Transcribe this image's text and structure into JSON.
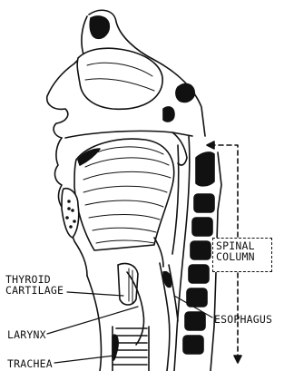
{
  "figure": {
    "labels": {
      "spinal_column_line1": "SPINAL",
      "spinal_column_line2": "COLUMN",
      "thyroid_line1": "THYROID",
      "thyroid_line2": "CARTILAGE",
      "larynx": "LARYNX",
      "esophagus": "ESOPHAGUS",
      "trachea": "TRACHEA"
    },
    "colors": {
      "ink": "#111111",
      "paper": "#ffffff"
    }
  }
}
